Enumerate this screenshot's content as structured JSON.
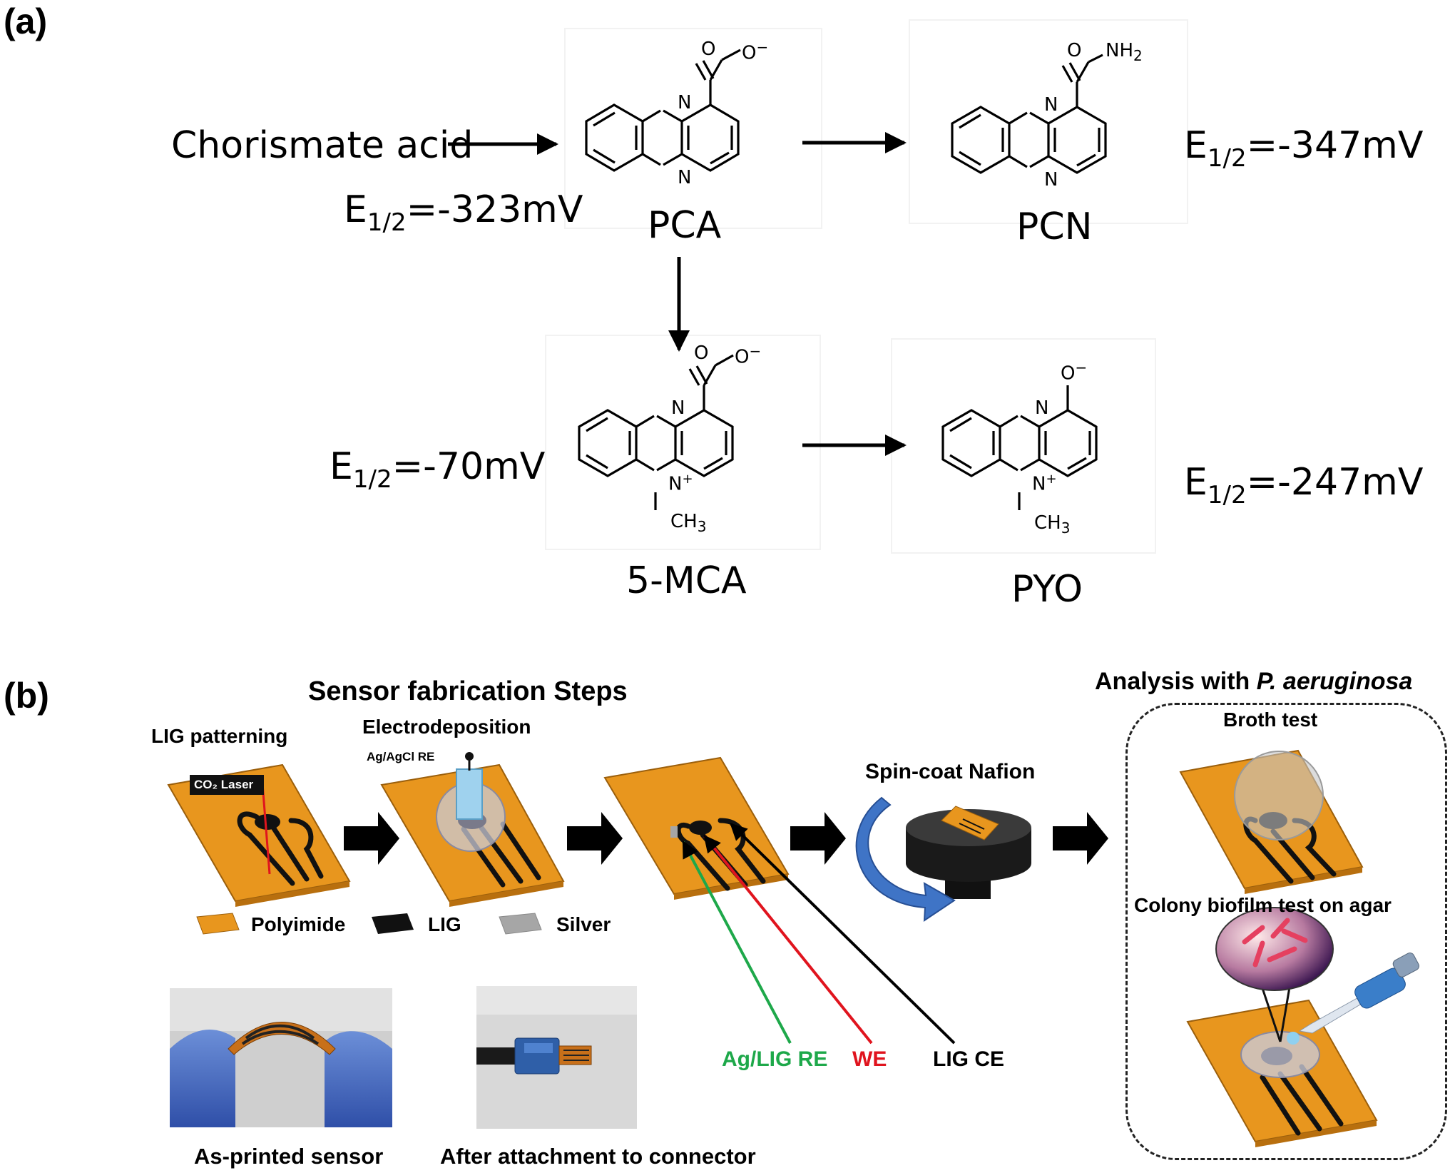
{
  "panel_a": {
    "label": "(a)",
    "start": "Chorismate acid",
    "compounds": {
      "pca": {
        "name": "PCA",
        "e_label": "E",
        "e_sub": "1/2",
        "e_value": "=-323mV"
      },
      "pcn": {
        "name": "PCN",
        "e_label": "E",
        "e_sub": "1/2",
        "e_value": "=-347mV"
      },
      "mca": {
        "name": "5-MCA",
        "e_label": "E",
        "e_sub": "1/2",
        "e_value": "=-70mV"
      },
      "pyo": {
        "name": "PYO",
        "e_label": "E",
        "e_sub": "1/2",
        "e_value": "=-247mV"
      }
    },
    "atoms": {
      "n": "N",
      "n_plus": "N",
      "plus": "+",
      "o": "O",
      "o_minus": "O",
      "minus": "−",
      "nh2": "NH",
      "nh2_sub": "2",
      "ch3": "CH",
      "ch3_sub": "3"
    }
  },
  "panel_b": {
    "label": "(b)",
    "fabrication_title": "Sensor fabrication Steps",
    "steps": {
      "lig_patterning": "LIG patterning",
      "co2_laser": "CO₂ Laser",
      "electrodeposition": "Electrodeposition",
      "ag_agcl_re": "Ag/AgCl RE",
      "spin_coat": "Spin-coat Nafion"
    },
    "legend": [
      {
        "label": "Polyimide",
        "color": "#E8961E"
      },
      {
        "label": "LIG",
        "color": "#111111"
      },
      {
        "label": "Silver",
        "color": "#A6A6A6"
      }
    ],
    "electrodes": {
      "re": {
        "label": "Ag/LIG RE",
        "color": "#1EA84A"
      },
      "we": {
        "label": "WE",
        "color": "#E0141E"
      },
      "ce": {
        "label": "LIG CE",
        "color": "#000000"
      }
    },
    "photos": {
      "as_printed": "As-printed sensor",
      "after_attachment": "After attachment to connector"
    },
    "analysis": {
      "title_prefix": "Analysis with ",
      "title_species": "P. aeruginosa",
      "broth_test": "Broth test",
      "colony_test": "Colony biofilm test on agar"
    }
  }
}
